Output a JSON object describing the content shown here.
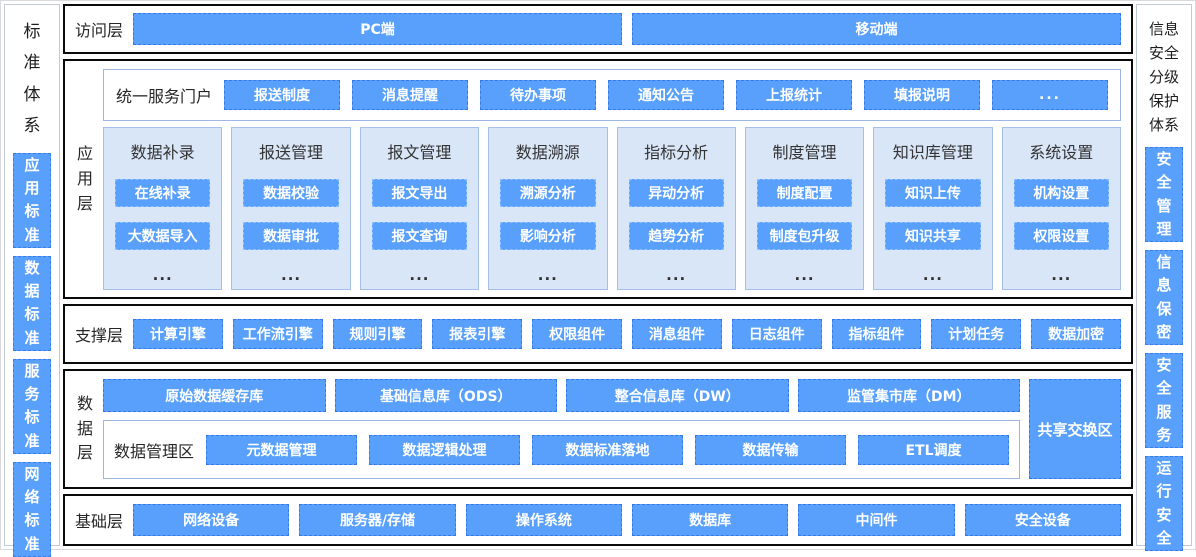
{
  "colors": {
    "button_blue": "#58A0FC",
    "button_dash_border": "#3579e8",
    "module_bg": "#d9e6f8",
    "module_border": "#a6bfe6",
    "section_border": "#0a0a0a",
    "text_dark": "#262626",
    "text_white": "#ffffff"
  },
  "left_sidebar": {
    "title": "标准体系",
    "items": [
      "应用标准",
      "数据标准",
      "服务标准",
      "网络标准"
    ]
  },
  "right_sidebar": {
    "title": "信息安全分级保护体系",
    "items": [
      "安全管理",
      "信息保密",
      "安全服务",
      "运行安全"
    ]
  },
  "layers": {
    "access": {
      "label": "访问层",
      "items": [
        "PC端",
        "移动端"
      ]
    },
    "application": {
      "label": "应用层",
      "portal": {
        "label": "统一服务门户",
        "items": [
          "报送制度",
          "消息提醒",
          "待办事项",
          "通知公告",
          "上报统计",
          "填报说明"
        ],
        "more": "..."
      },
      "modules": [
        {
          "title": "数据补录",
          "items": [
            "在线补录",
            "大数据导入"
          ],
          "more": "..."
        },
        {
          "title": "报送管理",
          "items": [
            "数据校验",
            "数据审批"
          ],
          "more": "..."
        },
        {
          "title": "报文管理",
          "items": [
            "报文导出",
            "报文查询"
          ],
          "more": "..."
        },
        {
          "title": "数据溯源",
          "items": [
            "溯源分析",
            "影响分析"
          ],
          "more": "..."
        },
        {
          "title": "指标分析",
          "items": [
            "异动分析",
            "趋势分析"
          ],
          "more": "..."
        },
        {
          "title": "制度管理",
          "items": [
            "制度配置",
            "制度包升级"
          ],
          "more": "..."
        },
        {
          "title": "知识库管理",
          "items": [
            "知识上传",
            "知识共享"
          ],
          "more": "..."
        },
        {
          "title": "系统设置",
          "items": [
            "机构设置",
            "权限设置"
          ],
          "more": "..."
        }
      ]
    },
    "support": {
      "label": "支撑层",
      "items": [
        "计算引擎",
        "工作流引擎",
        "规则引擎",
        "报表引擎",
        "权限组件",
        "消息组件",
        "日志组件",
        "指标组件",
        "计划任务",
        "数据加密"
      ]
    },
    "data": {
      "label": "数据层",
      "stores": [
        "原始数据缓存库",
        "基础信息库（ODS）",
        "整合信息库（DW）",
        "监管集市库（DM）"
      ],
      "management": {
        "label": "数据管理区",
        "items": [
          "元数据管理",
          "数据逻辑处理",
          "数据标准落地",
          "数据传输",
          "ETL调度"
        ]
      },
      "exchange": "共享交换区"
    },
    "infrastructure": {
      "label": "基础层",
      "items": [
        "网络设备",
        "服务器/存储",
        "操作系统",
        "数据库",
        "中间件",
        "安全设备"
      ]
    }
  }
}
